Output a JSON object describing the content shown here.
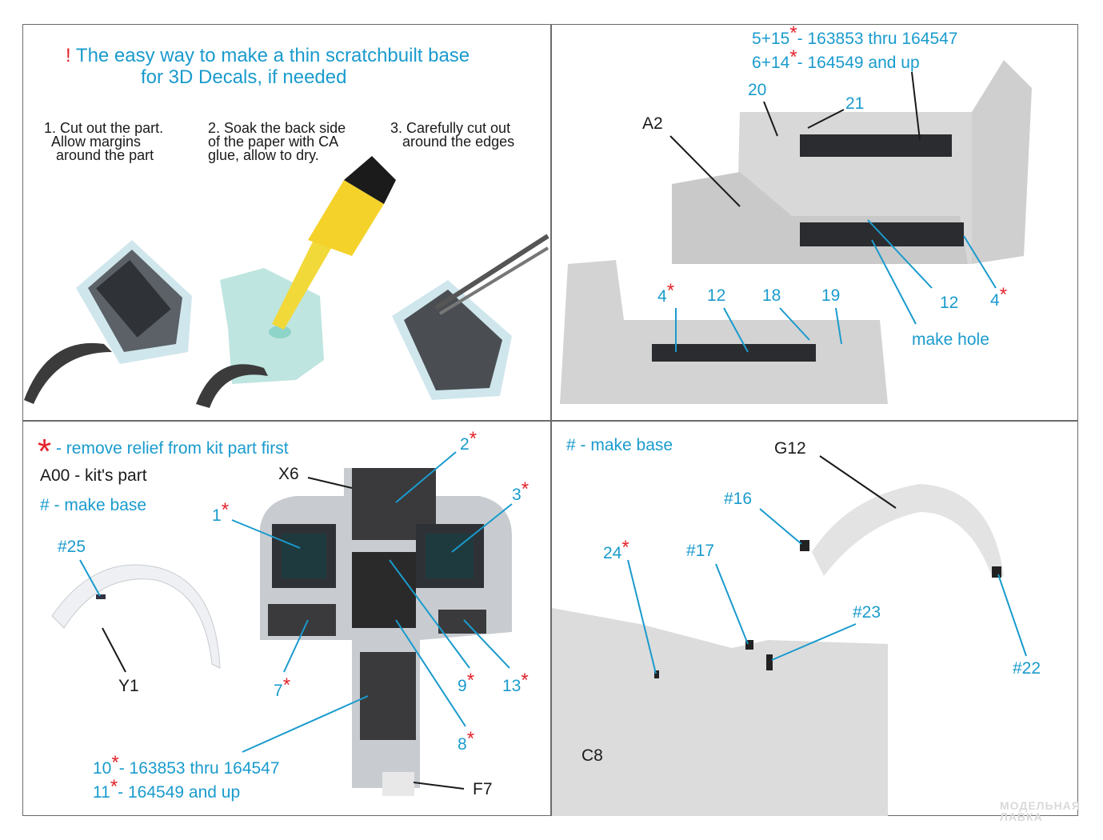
{
  "star": "*",
  "panel1": {
    "exclamation": "!",
    "title_line1": "The easy way to make a thin scratchbuilt base",
    "title_line2": "for 3D Decals, if needed",
    "steps": [
      "1. Cut out the part.\n  Allow margins\n   around the part",
      "2. Soak the back side\nof the paper with CA\nglue, allow to dry.",
      "3. Carefully cut out\n   around the edges"
    ]
  },
  "panel2": {
    "variant1": "5+15",
    "variant1_text": "- 163853 thru 164547",
    "variant2": "6+14",
    "variant2_text": "- 164549 and up",
    "labels": {
      "l20": "20",
      "l21": "21",
      "a2": "A2",
      "l4a": "4",
      "l12a": "12",
      "l18": "18",
      "l19": "19",
      "l12b": "12",
      "l4b": "4",
      "make_hole": "make hole"
    }
  },
  "panel3": {
    "legend_star": "- remove relief from kit part first",
    "legend_kit": "A00 - kit's part",
    "legend_base": "# - make base",
    "labels": {
      "p25": "#25",
      "y1": "Y1",
      "x6": "X6",
      "l2": "2",
      "l3": "3",
      "l1": "1",
      "l7": "7",
      "l9": "9",
      "l13": "13",
      "l8": "8",
      "f7": "F7"
    },
    "variant1": "10",
    "variant1_text": "- 163853 thru 164547",
    "variant2": "11",
    "variant2_text": "- 164549 and up"
  },
  "panel4": {
    "legend_base": "# - make base",
    "labels": {
      "g12": "G12",
      "p16": "#16",
      "l24": "24",
      "p17": "#17",
      "p23": "#23",
      "p22": "#22",
      "c8": "C8"
    }
  },
  "watermark": {
    "line1": "МОДЕЛЬНАЯ",
    "line2": "ЛАВКА"
  }
}
